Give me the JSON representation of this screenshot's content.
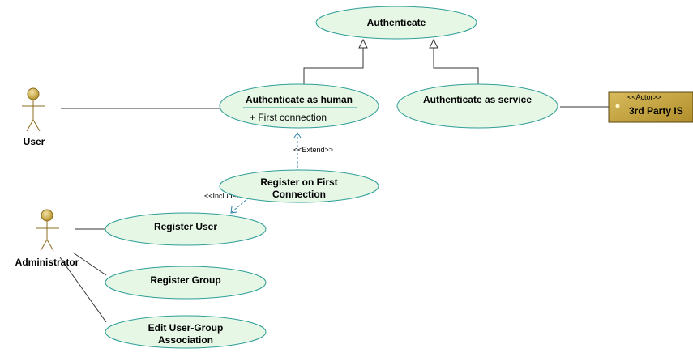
{
  "use_cases": {
    "authenticate": "Authenticate",
    "authenticate_human": "Authenticate as human",
    "authenticate_human_ext_point": "+ First connection",
    "authenticate_service": "Authenticate as service",
    "register_first_line1": "Register on First",
    "register_first_line2": "Connection",
    "register_user": "Register User",
    "register_group": "Register Group",
    "edit_assoc_line1": "Edit User-Group",
    "edit_assoc_line2": "Association"
  },
  "actors": {
    "user": "User",
    "administrator": "Administrator",
    "third_party_stereotype": "<<Actor>>",
    "third_party": "3rd Party IS"
  },
  "relations": {
    "extend": "<<Extend>>",
    "include": "<<Include>>"
  },
  "colors": {
    "usecase_fill": "#e6f7e6",
    "usecase_stroke": "#2f9e97",
    "actor_head": "#c8a850",
    "actor_box_fill": "#c9a94a",
    "dependency_line": "#2d7fa8"
  }
}
